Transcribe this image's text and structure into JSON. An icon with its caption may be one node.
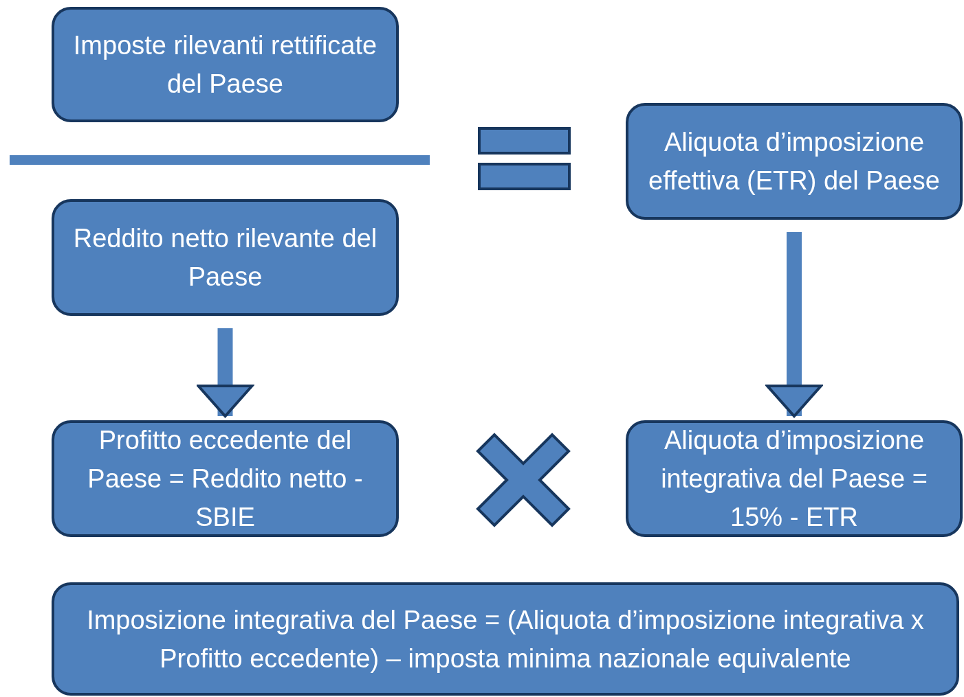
{
  "diagram": {
    "nodes": [
      {
        "text": [
          "Imposte rilevanti rettificate del Paese"
        ]
      },
      {
        "text": [],
        "shape": "bar"
      },
      {
        "text": [],
        "shape": "equals"
      },
      {
        "text": [
          "Aliquota d’imposizione effettiva (ETR) del Paese"
        ]
      },
      {
        "text": [
          "Reddito netto rilevante del Paese"
        ]
      },
      {
        "text": [
          "Profitto eccedente del Paese = Reddito netto - SBIE"
        ]
      },
      {
        "text": [],
        "shape": "cross"
      },
      {
        "text": [
          "Aliquota d’imposizione integrativa del Paese = 15% - ETR"
        ]
      },
      {
        "text": [
          "Imposizione integrativa del Paese = (Aliquota d’imposizione integrativa x Profitto eccedente) – imposta minima nazionale equivalente"
        ]
      }
    ],
    "edges": [
      {
        "from": 4,
        "to": 5,
        "arrow": "to"
      },
      {
        "from": 3,
        "to": 7,
        "arrow": "to"
      }
    ]
  }
}
